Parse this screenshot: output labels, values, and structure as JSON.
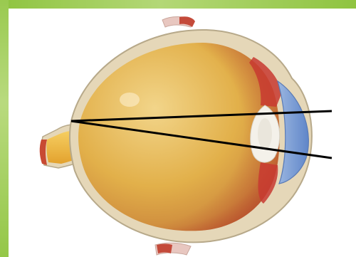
{
  "diagram": {
    "subject": "eye-cross-section",
    "labels": [],
    "colors": {
      "frame_green": "#8fc440",
      "frame_green_light": "#c3e08e",
      "outer_layer": "#e5d7b8",
      "sclera_line": "#b7a98a",
      "vitreous": "#e2b04a",
      "vitreous_dark": "#c9883a",
      "retina_red": "#b84a2c",
      "optic_nerve": "#f0b73d",
      "optic_nerve_stub": "#c84a33",
      "lens": "#f4f1ea",
      "iris_red": "#c83a30",
      "cornea_blue": "#6f93cf",
      "muscle_red": "#c44a3a",
      "ray_line": "#000000"
    },
    "icons": [
      "eyeball-shape",
      "optic-nerve-shape",
      "lens-shape",
      "cornea-shape",
      "eye-muscle-shape",
      "ray-line-shape"
    ]
  }
}
